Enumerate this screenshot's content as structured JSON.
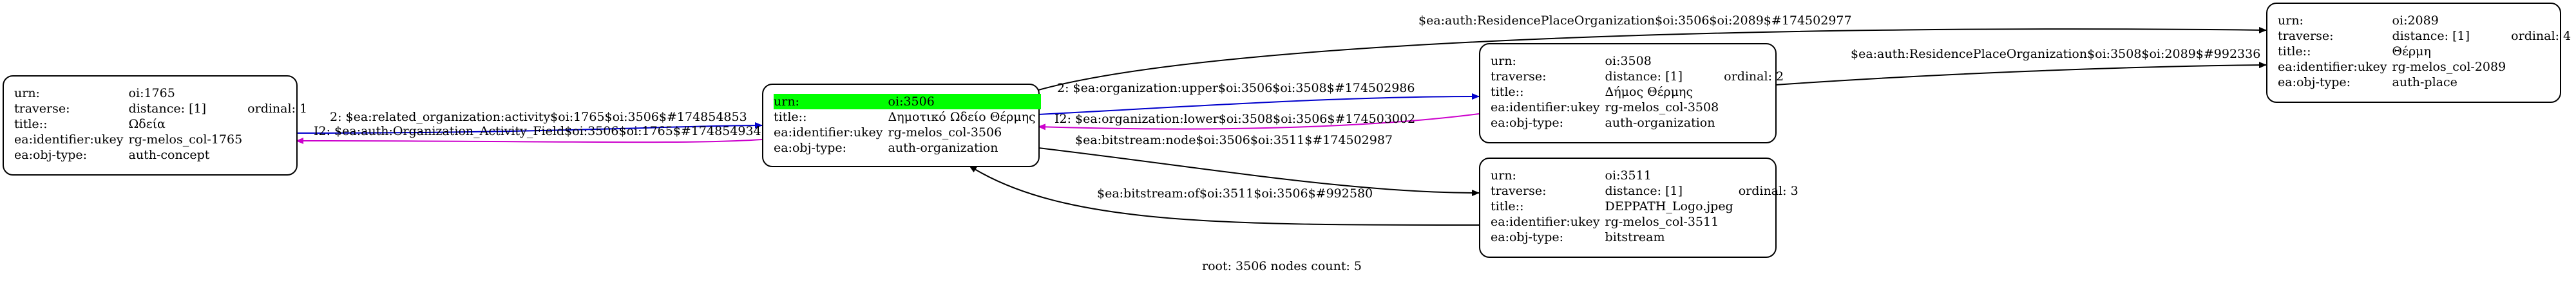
{
  "nodes": {
    "n1765": {
      "urn_key": "urn:",
      "urn_val": "oi:1765",
      "traverse_key": "traverse:",
      "traverse_val": "distance: [1]",
      "ordinal": "ordinal: 1",
      "title_key": "title::",
      "title_val": "Ωδεία",
      "ukey_key": "ea:identifier:ukey",
      "ukey_val": "rg-melos_col-1765",
      "type_key": "ea:obj-type:",
      "type_val": "auth-concept"
    },
    "n3506": {
      "urn_key": "urn:",
      "urn_val": "oi:3506",
      "title_key": "title::",
      "title_val": "Δημοτικό Ωδείο Θέρμης",
      "ukey_key": "ea:identifier:ukey",
      "ukey_val": "rg-melos_col-3506",
      "type_key": "ea:obj-type:",
      "type_val": "auth-organization",
      "highlight_color": "#00ff00"
    },
    "n3508": {
      "urn_key": "urn:",
      "urn_val": "oi:3508",
      "traverse_key": "traverse:",
      "traverse_val": "distance: [1]",
      "ordinal": "ordinal: 2",
      "title_key": "title::",
      "title_val": "Δήμος Θέρμης",
      "ukey_key": "ea:identifier:ukey",
      "ukey_val": "rg-melos_col-3508",
      "type_key": "ea:obj-type:",
      "type_val": "auth-organization"
    },
    "n3511": {
      "urn_key": "urn:",
      "urn_val": "oi:3511",
      "traverse_key": "traverse:",
      "traverse_val": "distance: [1]",
      "ordinal": "ordinal: 3",
      "title_key": "title::",
      "title_val": "DEPPATH_Logo.jpeg",
      "ukey_key": "ea:identifier:ukey",
      "ukey_val": "rg-melos_col-3511",
      "type_key": "ea:obj-type:",
      "type_val": "bitstream"
    },
    "n2089": {
      "urn_key": "urn:",
      "urn_val": "oi:2089",
      "traverse_key": "traverse:",
      "traverse_val": "distance: [1]",
      "ordinal": "ordinal: 4",
      "title_key": "title::",
      "title_val": "Θέρμη",
      "ukey_key": "ea:identifier:ukey",
      "ukey_val": "rg-melos_col-2089",
      "type_key": "ea:obj-type:",
      "type_val": "auth-place"
    }
  },
  "edges": {
    "related_org": {
      "label": "2: $ea:related_organization:activity$oi:1765$oi:3506$#174854853",
      "color": "#0000cc"
    },
    "org_activity": {
      "label": "I2: $ea:auth:Organization_Activity_Field$oi:3506$oi:1765$#174854934",
      "color": "#cc00cc"
    },
    "org_upper": {
      "label": "2: $ea:organization:upper$oi:3506$oi:3508$#174502986",
      "color": "#0000cc"
    },
    "org_lower": {
      "label": "I2: $ea:organization:lower$oi:3508$oi:3506$#174503002",
      "color": "#cc00cc"
    },
    "bitstream_node": {
      "label": "$ea:bitstream:node$oi:3506$oi:3511$#174502987",
      "color": "#000000"
    },
    "bitstream_of": {
      "label": "$ea:bitstream:of$oi:3511$oi:3506$#992580",
      "color": "#000000"
    },
    "residence_3506": {
      "label": "$ea:auth:ResidencePlaceOrganization$oi:3506$oi:2089$#174502977",
      "color": "#000000"
    },
    "residence_3508": {
      "label": "$ea:auth:ResidencePlaceOrganization$oi:3508$oi:2089$#992336",
      "color": "#000000"
    }
  },
  "caption": "root: 3506 nodes count: 5"
}
